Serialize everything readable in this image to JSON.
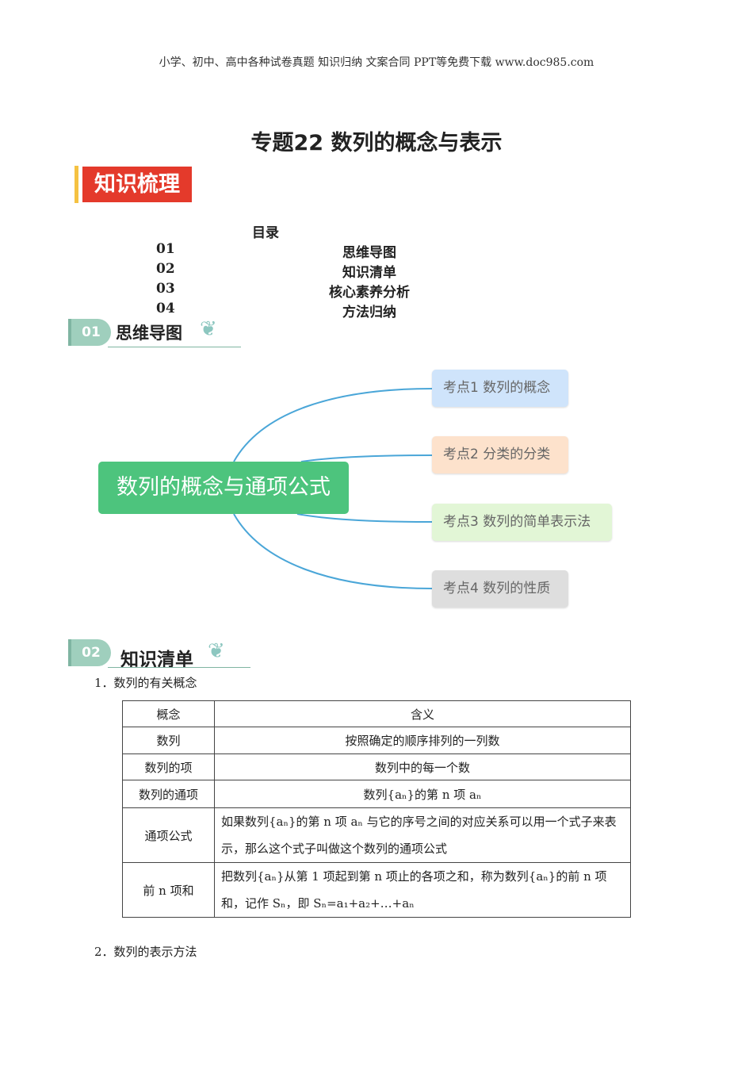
{
  "header": "小学、初中、高中各种试卷真题  知识归纳  文案合同  PPT等免费下载      www.doc985.com",
  "title": "专题22 数列的概念与表示",
  "section_badge": "知识梳理",
  "toc": {
    "heading": "目录",
    "items": [
      {
        "num": "01",
        "label": "思维导图"
      },
      {
        "num": "02",
        "label": "知识清单"
      },
      {
        "num": "03",
        "label": "核心素养分析"
      },
      {
        "num": "04",
        "label": "方法归纳"
      }
    ]
  },
  "sections": [
    {
      "num": "01",
      "label": "思维导图"
    },
    {
      "num": "02",
      "label": "知识清单"
    }
  ],
  "mindmap": {
    "center": "数列的概念与通项公式",
    "nodes": [
      {
        "label": "考点1 数列的概念",
        "color": "#cfe4fb"
      },
      {
        "label": "考点2 分类的分类",
        "color": "#fde2cc"
      },
      {
        "label": "考点3 数列的简单表示法",
        "color": "#e2f6d6"
      },
      {
        "label": "考点4 数列的性质",
        "color": "#dedede"
      }
    ]
  },
  "para1": "1．数列的有关概念",
  "table": {
    "headers": [
      "概念",
      "含义"
    ],
    "rows": [
      [
        "数列",
        "按照确定的顺序排列的一列数"
      ],
      [
        "数列的项",
        "数列中的每一个数"
      ],
      [
        "数列的通项",
        "数列{aₙ}的第 n 项 aₙ"
      ],
      [
        "通项公式",
        "如果数列{aₙ}的第 n 项 aₙ 与它的序号之间的对应关系可以用一个式子来表示，那么这个式子叫做这个数列的通项公式"
      ],
      [
        "前 n 项和",
        "把数列{aₙ}从第 1 项起到第 n 项止的各项之和，称为数列{aₙ}的前 n 项和，记作 Sₙ，即 Sₙ=a₁+a₂+…+aₙ"
      ]
    ]
  },
  "para2": "2．数列的表示方法"
}
